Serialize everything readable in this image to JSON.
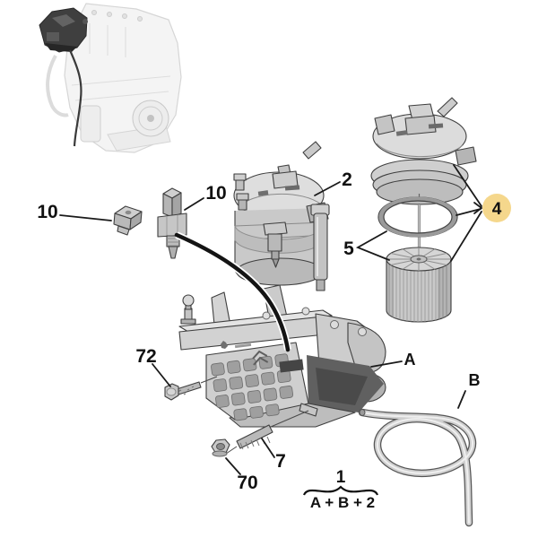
{
  "diagram": {
    "type": "exploded-parts-diagram",
    "subject": "Diesel fuel filter, element kit and mounting bracket",
    "callouts": {
      "connector_plug": "10",
      "water_sensor": "10",
      "filter_assembly": "2",
      "service_kit": "4",
      "element_kit": "5",
      "bracket_bolt": "72",
      "bracket": "A",
      "hose": "B",
      "stud": "7",
      "nut": "70"
    },
    "formula": {
      "numerator": "1",
      "denominator": "A + B + 2"
    },
    "highlight": {
      "callout": "4",
      "color": "#f5d78c",
      "text_color": "#5a4200"
    },
    "colors": {
      "background": "#ffffff",
      "line": "#1a1a1a",
      "part_fill": "#c9c9c9"
    }
  }
}
